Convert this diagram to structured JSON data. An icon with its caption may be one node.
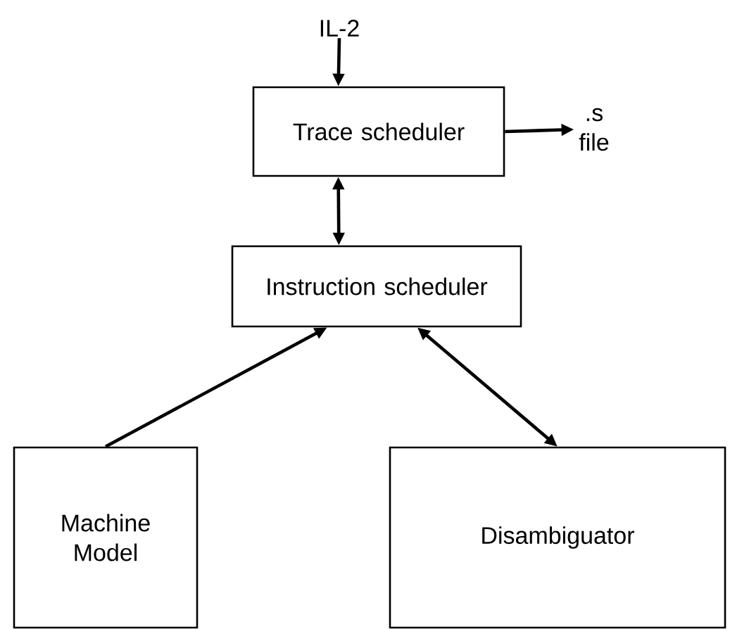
{
  "diagram": {
    "nodes": [
      {
        "text": [
          "IL-2"
        ]
      },
      {
        "text": [
          "Trace scheduler"
        ]
      },
      {
        "text": [
          ".s file"
        ]
      },
      {
        "text": [
          "Instruction scheduler"
        ]
      },
      {
        "text": [
          "Machine Model"
        ]
      },
      {
        "text": [
          "Disambiguator"
        ]
      }
    ],
    "edges": [
      {
        "from": 0,
        "to": 1,
        "arrow": "to"
      },
      {
        "from": 1,
        "to": 2,
        "arrow": "to"
      },
      {
        "from": 1,
        "to": 3,
        "arrow": "both"
      },
      {
        "from": 4,
        "to": 3,
        "arrow": "to"
      },
      {
        "from": 3,
        "to": 5,
        "arrow": "both"
      }
    ]
  }
}
